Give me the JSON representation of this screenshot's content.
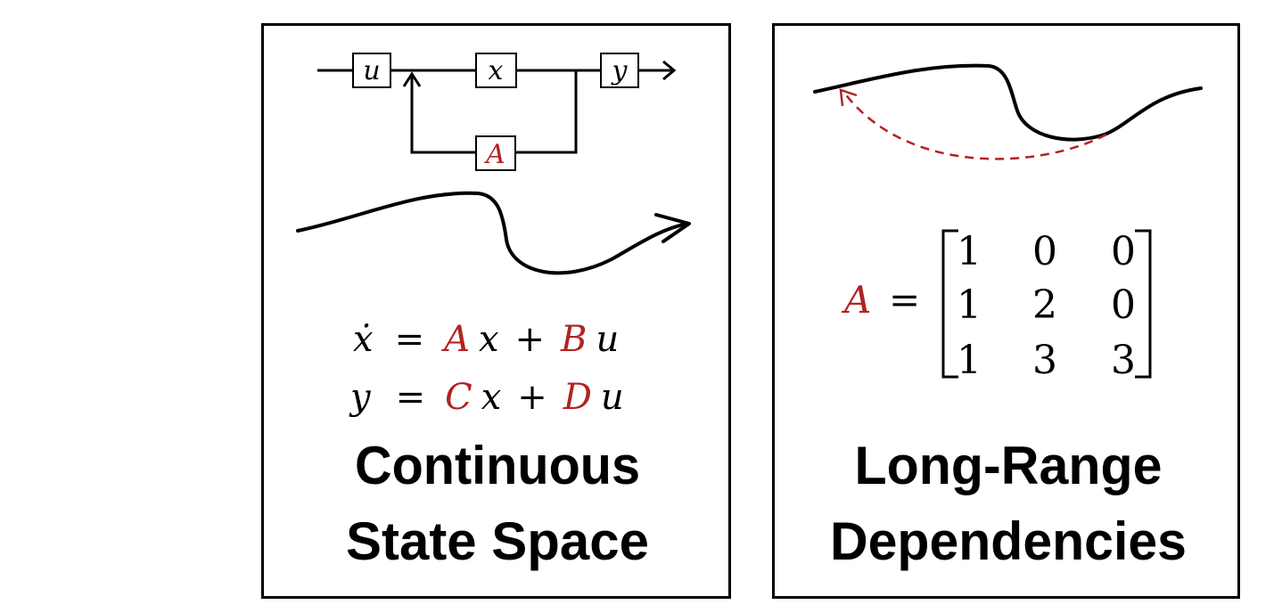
{
  "colors": {
    "accent": "#b22222",
    "stroke": "#000000"
  },
  "left_panel": {
    "diagram": {
      "u": "u",
      "x": "x",
      "y": "y",
      "A": "A"
    },
    "equations": {
      "eq1": {
        "lhs": "ẋ",
        "eq": "=",
        "a": "A",
        "x": "x",
        "plus": "+",
        "b": "B",
        "u": "u"
      },
      "eq2": {
        "lhs": "y",
        "eq": "=",
        "c": "C",
        "x": "x",
        "plus": "+",
        "d": "D",
        "u": "u"
      }
    },
    "title_line1": "Continuous",
    "title_line2": "State Space"
  },
  "right_panel": {
    "matrix": {
      "name": "A",
      "eq": "=",
      "rows": [
        [
          "1",
          "0",
          "0"
        ],
        [
          "1",
          "2",
          "0"
        ],
        [
          "1",
          "3",
          "3"
        ]
      ]
    },
    "title_line1": "Long-Range",
    "title_line2": "Dependencies"
  }
}
